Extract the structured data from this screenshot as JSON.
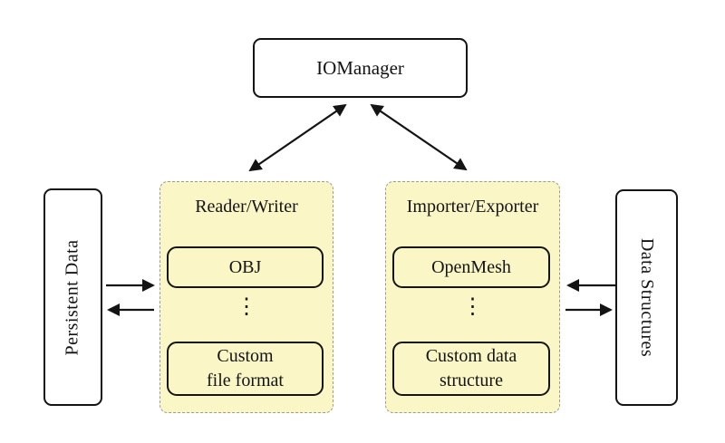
{
  "colors": {
    "background": "#ffffff",
    "panel_fill": "#faf6c5",
    "panel_border": "#9a9a9a",
    "node_border": "#141414",
    "node_fill": "#ffffff",
    "arrow": "#141414"
  },
  "nodes": {
    "iomanager": {
      "label": "IOManager"
    },
    "persistent_data": {
      "label": "Persistent Data"
    },
    "data_structures": {
      "label": "Data Structures"
    }
  },
  "panels": {
    "reader_writer": {
      "title": "Reader/Writer",
      "items": [
        {
          "label": "OBJ"
        },
        {
          "label": "Custom\nfile format"
        }
      ],
      "ellipsis": "⋮"
    },
    "importer_exporter": {
      "title": "Importer/Exporter",
      "items": [
        {
          "label": "OpenMesh"
        },
        {
          "label": "Custom data\nstructure"
        }
      ],
      "ellipsis": "⋮"
    }
  },
  "arrows": {
    "iomanager_reader_writer": "bidirectional",
    "iomanager_importer_exporter": "bidirectional",
    "persistent_to_reader": "right",
    "reader_to_persistent": "left",
    "structures_to_importer": "left",
    "importer_to_structures": "right"
  }
}
